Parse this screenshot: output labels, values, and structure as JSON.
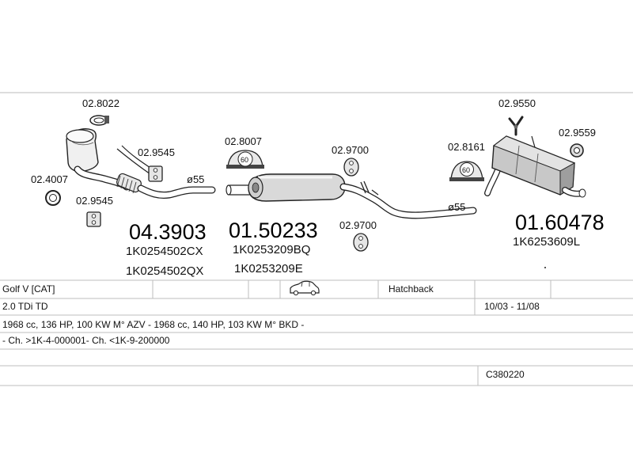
{
  "parts": {
    "clamp_top": "02.8022",
    "ring_left": "02.4007",
    "hanger_a": "02.9545",
    "hanger_b": "02.9545",
    "pipe_diameter_left": "ø55",
    "front_part_no": "04.3903",
    "front_oem_1": "1K0254502CX",
    "front_oem_2": "1K0254502QX",
    "mount_mid": "02.8007",
    "mount_mid_value": "60",
    "middle_part_no": "01.50233",
    "middle_oem_1": "1K0253209BQ",
    "middle_oem_2": "1K0253209E",
    "rubber_upper": "02.9700",
    "rubber_lower": "02.9700",
    "mount_rear": "02.8161",
    "mount_rear_value": "60",
    "pipe_diameter_right": "ø55",
    "clamp_right_top": "02.9550",
    "ring_right": "02.9559",
    "rear_part_no": "01.60478",
    "rear_oem": "1K6253609L"
  },
  "vehicle": {
    "model": "Golf V  [CAT]",
    "body": "Hatchback",
    "engine": "2.0 TDi TD",
    "years": "10/03 - 11/08",
    "engine_details": "1968 cc, 136 HP, 100 KW M° AZV - 1968 cc, 140 HP, 103 KW M° BKD -",
    "chassis": "- Ch. >1K-4-000001- Ch. <1K-9-200000",
    "code": "C380220"
  },
  "icons": {
    "car": "car-icon"
  }
}
